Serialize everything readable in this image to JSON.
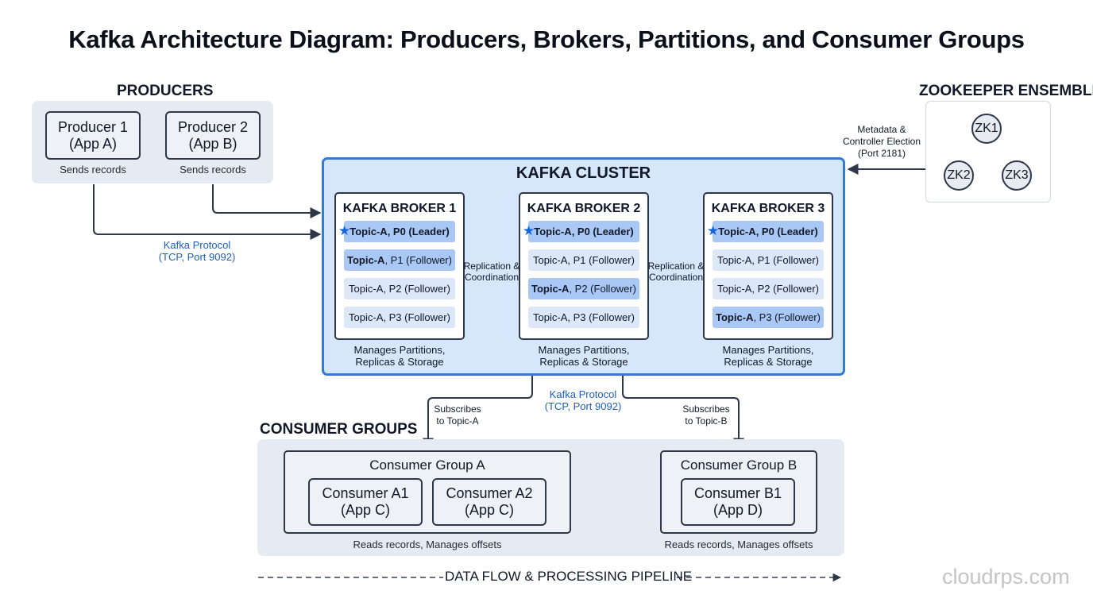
{
  "title": "Kafka Architecture Diagram: Producers, Brokers, Partitions, and Consumer Groups",
  "producers": {
    "heading": "PRODUCERS",
    "items": [
      {
        "line1": "Producer 1",
        "line2": "(App A)",
        "caption": "Sends records"
      },
      {
        "line1": "Producer 2",
        "line2": "(App B)",
        "caption": "Sends records"
      }
    ],
    "protocol_line1": "Kafka Protocol",
    "protocol_line2": "(TCP, Port 9092)"
  },
  "zookeeper": {
    "heading": "ZOOKEEPER ENSEMBLE",
    "nodes": [
      "ZK1",
      "ZK2",
      "ZK3"
    ],
    "label_line1": "Metadata &",
    "label_line2": "Controller Election",
    "label_line3": "(Port 2181)"
  },
  "cluster": {
    "heading": "KAFKA CLUSTER",
    "replication_line1": "Replication &",
    "replication_line2": "Coordination",
    "brokers": [
      {
        "name": "KAFKA BROKER 1",
        "desc_line1": "Manages Partitions,",
        "desc_line2": "Replicas & Storage",
        "partitions": [
          {
            "topic": "Topic-A",
            "rest": ", P0 (Leader)",
            "style": "leader",
            "star": true
          },
          {
            "topic": "Topic-A",
            "rest": ", P1 (Follower)",
            "style": "dark",
            "star": false
          },
          {
            "topic": "Topic-A",
            "rest": ", P2 (Follower)",
            "style": "light",
            "star": false
          },
          {
            "topic": "Topic-A",
            "rest": ", P3 (Follower)",
            "style": "light",
            "star": false
          }
        ]
      },
      {
        "name": "KAFKA BROKER 2",
        "desc_line1": "Manages Partitions,",
        "desc_line2": "Replicas & Storage",
        "partitions": [
          {
            "topic": "Topic-A",
            "rest": ", P0 (Leader)",
            "style": "leader",
            "star": true
          },
          {
            "topic": "Topic-A",
            "rest": ", P1 (Follower)",
            "style": "light",
            "star": false
          },
          {
            "topic": "Topic-A",
            "rest": ", P2 (Follower)",
            "style": "dark",
            "star": false
          },
          {
            "topic": "Topic-A",
            "rest": ", P3 (Follower)",
            "style": "light",
            "star": false
          }
        ]
      },
      {
        "name": "KAFKA BROKER 3",
        "desc_line1": "Manages Partitions,",
        "desc_line2": "Replicas & Storage",
        "partitions": [
          {
            "topic": "Topic-A",
            "rest": ", P0 (Leader)",
            "style": "leader",
            "star": true
          },
          {
            "topic": "Topic-A",
            "rest": ", P1 (Follower)",
            "style": "light",
            "star": false
          },
          {
            "topic": "Topic-A",
            "rest": ", P2 (Follower)",
            "style": "light",
            "star": false
          },
          {
            "topic": "Topic-A",
            "rest": ", P3 (Follower)",
            "style": "dark",
            "star": false
          }
        ]
      }
    ],
    "consumer_protocol_line1": "Kafka Protocol",
    "consumer_protocol_line2": "(TCP, Port 9092)",
    "sub_a_line1": "Subscribes",
    "sub_a_line2": "to Topic-A",
    "sub_b_line1": "Subscribes",
    "sub_b_line2": "to Topic-B"
  },
  "consumers": {
    "heading": "CONSUMER GROUPS",
    "groups": [
      {
        "name": "Consumer Group A",
        "caption": "Reads records, Manages offsets",
        "members": [
          {
            "line1": "Consumer A1",
            "line2": "(App C)"
          },
          {
            "line1": "Consumer A2",
            "line2": "(App C)"
          }
        ]
      },
      {
        "name": "Consumer Group B",
        "caption": "Reads records, Manages offsets",
        "members": [
          {
            "line1": "Consumer B1",
            "line2": "(App D)"
          }
        ]
      }
    ]
  },
  "pipeline_label": "DATA FLOW & PROCESSING PIPELINE",
  "watermark": "cloudrps.com",
  "colors": {
    "accent": "#2f7be0",
    "cluster_fill": "#d6e6fb",
    "leader_fill": "#a9c8f5",
    "follower_fill": "#dce8f8",
    "link_blue": "#1d5fbf"
  }
}
